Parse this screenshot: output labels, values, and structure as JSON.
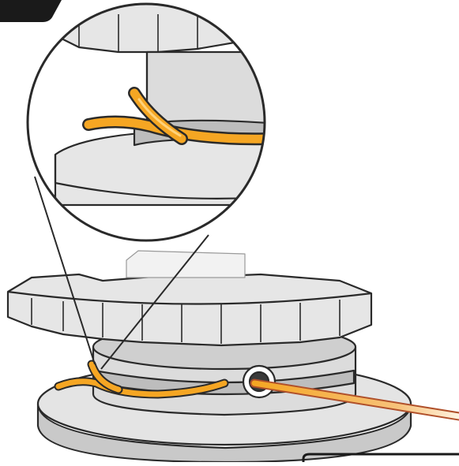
{
  "step": {
    "number": "",
    "badge_color": "#1a1a1a"
  },
  "colors": {
    "line": "#f5a623",
    "line_highlight": "#ffd27a",
    "spool_face": "#e6e6e6",
    "spool_shade": "#c9c9c9",
    "outline": "#2a2a2a"
  },
  "icons": {
    "step_badge": "step-number-badge",
    "zoom_callout": "magnified-detail-circle",
    "spool": "trimmer-spool-illustration",
    "trimmer_line": "trimmer-line"
  }
}
